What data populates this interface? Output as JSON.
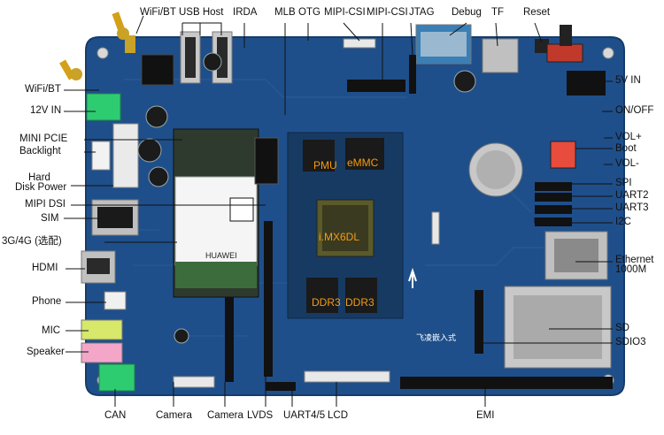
{
  "image_title": "",
  "top_labels": {
    "wifi_bt_top": "WiFi/BT",
    "usb_host": "USB Host",
    "irda": "IRDA",
    "mlb": "MLB",
    "otg": "OTG",
    "mipi_csi_1": "MIPI-CSI",
    "mipi_csi_2": "MIPI-CSI",
    "jtag": "JTAG",
    "debug": "Debug",
    "tf": "TF",
    "reset": "Reset"
  },
  "left_labels": {
    "wifi_bt_left": "WiFi/BT",
    "v12_in": "12V IN",
    "mini_pcie": "MINI PCIE",
    "backlight": "Backlight",
    "hard_disk_power_1": "Hard",
    "hard_disk_power_2": "Disk Power",
    "mipi_dsi": "MIPI DSI",
    "sim": "SIM",
    "g34": "3G/4G (选配)",
    "hdmi": "HDMI",
    "phone": "Phone",
    "mic": "MIC",
    "speaker": "Speaker"
  },
  "right_labels": {
    "v5_in": "5V IN",
    "on_off": "ON/OFF",
    "vol_plus": "VOL+",
    "boot": "Boot",
    "vol_minus": "VOL-",
    "spi": "SPI",
    "uart2": "UART2",
    "uart3": "UART3",
    "i2c": "I2C",
    "ethernet_1": "Ethernet",
    "ethernet_2": "1000M",
    "sd": "SD",
    "sdio3": "SDIO3"
  },
  "bottom_labels": {
    "can": "CAN",
    "camera_1": "Camera",
    "camera_2": "Camera",
    "lvds": "LVDS",
    "uart45": "UART4/5",
    "lcd": "LCD",
    "emi": "EMI"
  },
  "board_labels": {
    "pmu": "PMU",
    "emmc": "eMMC",
    "cpu": "i.MX6DL",
    "ddr3_1": "DDR3",
    "ddr3_2": "DDR3"
  },
  "silk": {
    "huawei": "HUAWEI",
    "brand": "飞凌嵌入式"
  },
  "colors": {
    "board": "#1f4f8a",
    "board_dark": "#163c6b",
    "accent_label": "#f39c12",
    "leader": "#111111"
  }
}
